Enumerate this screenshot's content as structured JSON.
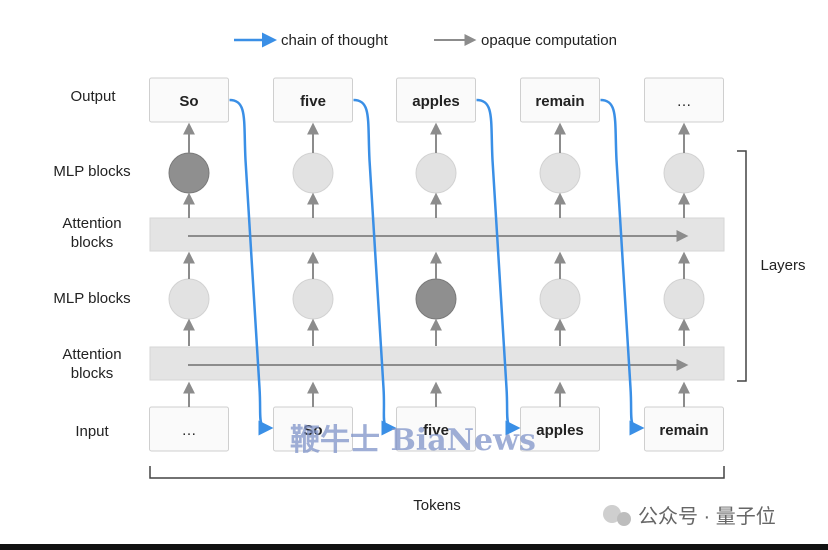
{
  "legend": {
    "chain_label": "chain of thought",
    "opaque_label": "opaque computation"
  },
  "rows": {
    "output": "Output",
    "mlp_top": "MLP blocks",
    "attention_top": "Attention blocks",
    "mlp_bottom": "MLP blocks",
    "attention_bottom": "Attention blocks",
    "input": "Input"
  },
  "layers_label": "Layers",
  "tokens_label": "Tokens",
  "output_tokens": [
    "So",
    "five",
    "apples",
    "remain",
    "…"
  ],
  "input_tokens": [
    "…",
    "So",
    "five",
    "apples",
    "remain"
  ],
  "mlp_top_active": [
    true,
    false,
    false,
    false,
    false
  ],
  "mlp_bottom_active": [
    false,
    false,
    true,
    false,
    false
  ],
  "watermark_text": "鞭牛士 BiaNews",
  "credit_text": "公众号 · 量子位",
  "colors": {
    "chain": "#3a8fe6",
    "opaque": "#8c8c8c",
    "node_light": "#e2e2e2",
    "node_dark": "#8f8f8f",
    "band": "#e4e4e4",
    "box_border": "#cfcfcf"
  }
}
